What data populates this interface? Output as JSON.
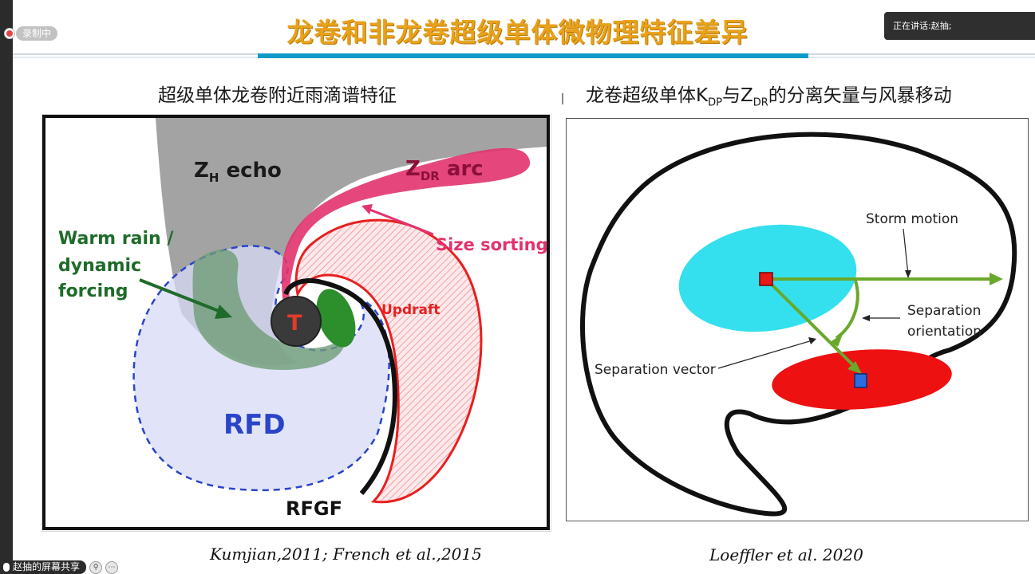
{
  "app": {
    "recording_label": "录制中",
    "speaking_label": "正在讲话:赵抽;",
    "screen_share_label": "赵抽的屏幕共享"
  },
  "slide": {
    "title": "龙卷和非龙卷超级单体微物理特征差异",
    "left": {
      "heading": "超级单体龙卷附近雨滴谱特征",
      "citation": "Kumjian,2011; French et al.,2015",
      "labels": {
        "zh_main": "Z",
        "zh_sub": "H",
        "zh_rest": " echo",
        "zdr_main": "Z",
        "zdr_sub": "DR",
        "zdr_rest": " arc",
        "size_sorting": "Size sorting",
        "warm_rain_1": "Warm rain /",
        "warm_rain_2": "dynamic",
        "warm_rain_3": "forcing",
        "updraft": "Updraft",
        "tornado": "T",
        "rfd": "RFD",
        "rfgf": "RFGF"
      }
    },
    "right": {
      "heading_a": "龙卷超级单体K",
      "heading_sub1": "DP",
      "heading_b": "与Z",
      "heading_sub2": "DR",
      "heading_c": "的分离矢量与风暴移动",
      "citation": "Loeffler et al. 2020",
      "labels": {
        "storm_motion": "Storm motion",
        "separation_orientation_1": "Separation",
        "separation_orientation_2": "orientation",
        "separation_vector": "Separation vector"
      }
    }
  },
  "colors": {
    "title": "#e8a11a",
    "accent_bar": "#0f9bc9",
    "zdr_arc": "#e2336e",
    "kdp_ellipse": "#35e0ee",
    "zdr_ellipse": "#ee1111",
    "vector": "#6aa82b",
    "warm_rain_text": "#1f6b2a",
    "rfd_text": "#2a44c8"
  }
}
